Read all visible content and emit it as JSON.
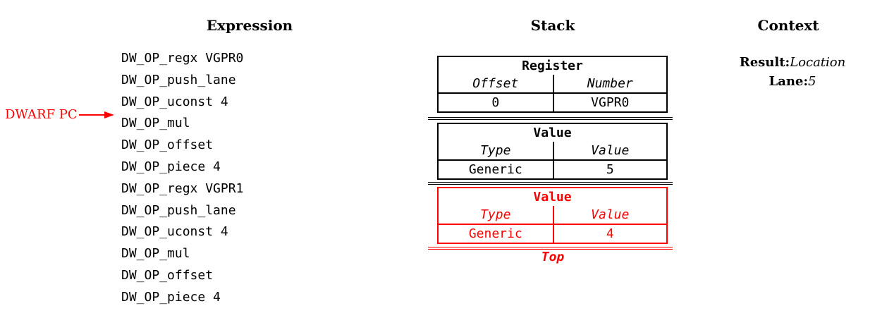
{
  "colors": {
    "ink": "#000000",
    "highlight_red": "#ff0000",
    "background": "#ffffff"
  },
  "pointer": {
    "label": "DWARF PC"
  },
  "expression": {
    "title": "Expression",
    "items": [
      "DW_OP_regx VGPR0",
      "DW_OP_push_lane",
      "DW_OP_uconst 4",
      "DW_OP_mul",
      "DW_OP_offset",
      "DW_OP_piece 4",
      "DW_OP_regx VGPR1",
      "DW_OP_push_lane",
      "DW_OP_uconst 4",
      "DW_OP_mul",
      "DW_OP_offset",
      "DW_OP_piece 4"
    ]
  },
  "stack": {
    "title": "Stack",
    "tables": [
      {
        "header": "Register",
        "columns": [
          "Offset",
          "Number"
        ],
        "row": [
          "0",
          "VGPR0"
        ],
        "highlight": false
      },
      {
        "header": "Value",
        "columns": [
          "Type",
          "Value"
        ],
        "row": [
          "Generic",
          "5"
        ],
        "highlight": false
      },
      {
        "header": "Value",
        "columns": [
          "Type",
          "Value"
        ],
        "row": [
          "Generic",
          "4"
        ],
        "highlight": true
      }
    ],
    "top_label": "Top"
  },
  "context": {
    "title": "Context",
    "fields": [
      {
        "label": "Result:",
        "value": "Location"
      },
      {
        "label": "Lane:",
        "value": "5"
      }
    ]
  }
}
